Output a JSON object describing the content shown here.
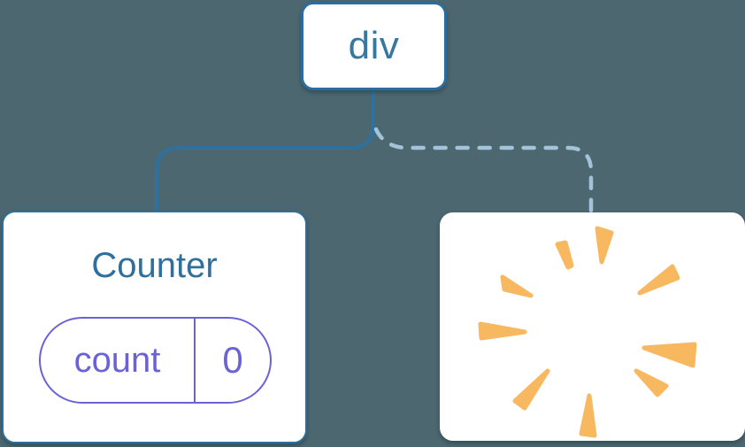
{
  "diagram": {
    "description": "React component tree diagram: a div root with a solid connector to a Counter component holding state, and a dashed connector to a removed component shown as a poof burst",
    "root_node": {
      "label": "div"
    },
    "left_node": {
      "title": "Counter",
      "state": {
        "key": "count",
        "value": "0"
      },
      "connector_style": "solid"
    },
    "right_node": {
      "icon": "poof-burst-icon",
      "connector_style": "dashed"
    },
    "colors": {
      "background": "#4C6770",
      "node_background": "#FFFFFF",
      "node_border_blue": "#2B6E9D",
      "node_text_blue": "#37789F",
      "solid_connector": "#2E719F",
      "dashed_connector": "#A3C3D8",
      "state_purple": "#6A63D8",
      "burst_orange": "#F8B860"
    }
  }
}
